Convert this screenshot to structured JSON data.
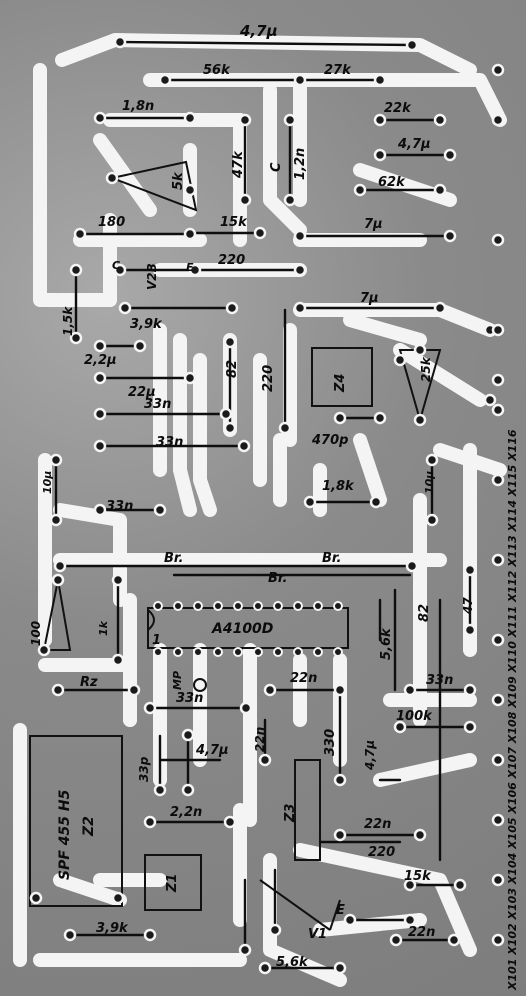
{
  "labels": {
    "c4_7u_top": "4,7µ",
    "r56k": "56k",
    "r27k": "27k",
    "c1_8n": "1,8n",
    "r22k": "22k",
    "c4_7u_b": "4,7µ",
    "r47k": "47k",
    "cC": "C",
    "c1_2n": "1,2n",
    "r5k": "5k",
    "r62k": "62k",
    "r180": "180",
    "r15k_a": "15k",
    "c7u_a": "7µ",
    "tC": "C",
    "tE": "E",
    "vt_b": "V2B",
    "r220_a": "220",
    "r1_5k": "1,5k",
    "r3_9k_a": "3,9k",
    "c7u_b": "7µ",
    "c2_2u": "2,2µ",
    "c22u": "22µ",
    "r82_a": "82",
    "r220_b": "220",
    "z4": "Z4",
    "p25k": "25k",
    "c33n_a": "33n",
    "c33n_b": "33n",
    "c470p": "470p",
    "c10u_a": "10µ",
    "c10u_b": "10µ",
    "c1_8k": "1,8k",
    "c33n_c": "33n",
    "br_a": "Br.",
    "br_b": "Br.",
    "br_c": "Br.",
    "ic": "A4100D",
    "ic_pin1": "1",
    "r100": "100",
    "r5_6k": "5,6k",
    "r82_b": "82",
    "r47": "47",
    "r1k": "1k",
    "mp": "MP",
    "c22n_a": "22n",
    "c33n_d": "33n",
    "rz": "Rz",
    "c33n_e": "33n",
    "r100k": "100k",
    "c33p": "33p",
    "c4_7u_c": "4,7µ",
    "r330": "330",
    "c4_7u_d": "4,7µ",
    "z3": "Z3",
    "c22n_b": "22n",
    "c2_2n": "2,2n",
    "c22n_c": "22n",
    "r220_c": "220",
    "spf": "SPF 455 H5",
    "z2": "Z2",
    "z1": "Z1",
    "v1": "V1",
    "tE2": "E",
    "r15k_b": "15k",
    "r3_9k_b": "3,9k",
    "c22n_d": "22n",
    "r5_6k_b": "5,6k"
  },
  "connector_labels": "X101 X102 X103 X104 X105 X106 X107 X108 X109 X110 X111 X112 X113 X114 X115 X116"
}
